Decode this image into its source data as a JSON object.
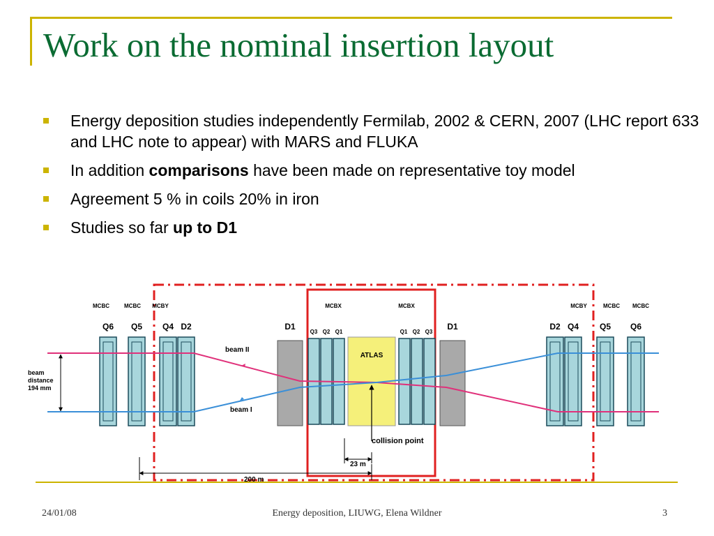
{
  "title": "Work on the nominal insertion layout",
  "bullets": [
    {
      "parts": [
        {
          "text": "Energy deposition studies independently Fermilab, 2002 & CERN, 2007 (LHC report 633 and LHC note to appear) with MARS and FLUKA"
        }
      ]
    },
    {
      "parts": [
        {
          "text": "In addition "
        },
        {
          "text": "comparisons",
          "bold": true
        },
        {
          "text": " have been made on representative toy model"
        }
      ]
    },
    {
      "parts": [
        {
          "text": "Agreement 5 % in coils 20% in iron"
        }
      ]
    },
    {
      "parts": [
        {
          "text": "Studies so far "
        },
        {
          "text": "up to D1",
          "bold": true
        }
      ]
    }
  ],
  "diagram": {
    "corrector_labels": [
      "MCBC",
      "MCBC",
      "MCBY",
      "MCBX",
      "MCBX",
      "MCBY",
      "MCBC",
      "MCBC"
    ],
    "magnet_labels": [
      "Q6",
      "Q5",
      "Q4",
      "D2",
      "D1",
      "D1",
      "D2",
      "Q4",
      "Q5",
      "Q6"
    ],
    "triplet_left": [
      "Q3",
      "Q2",
      "Q1"
    ],
    "triplet_right": [
      "Q1",
      "Q2",
      "Q3"
    ],
    "atlas_label": "ATLAS",
    "beam2_label": "beam II",
    "beam1_label": "beam I",
    "beam_distance_label": [
      "beam",
      "distance",
      "194 mm"
    ],
    "collision_label": "collision point",
    "dist_23": "23 m",
    "dist_200": "200 m",
    "colors": {
      "beam2": "#e0307a",
      "beam1": "#3a8fd8",
      "magnet_fill": "#a8d6dc",
      "magnet_stroke": "#1a4a5a",
      "dipole": "#a9a9a9",
      "atlas": "#f5f07a",
      "box_outer": "#e02020",
      "box_inner": "#e02020"
    }
  },
  "footer": {
    "date": "24/01/08",
    "center": "Energy deposition, LIUWG, Elena Wildner",
    "page": "3"
  }
}
